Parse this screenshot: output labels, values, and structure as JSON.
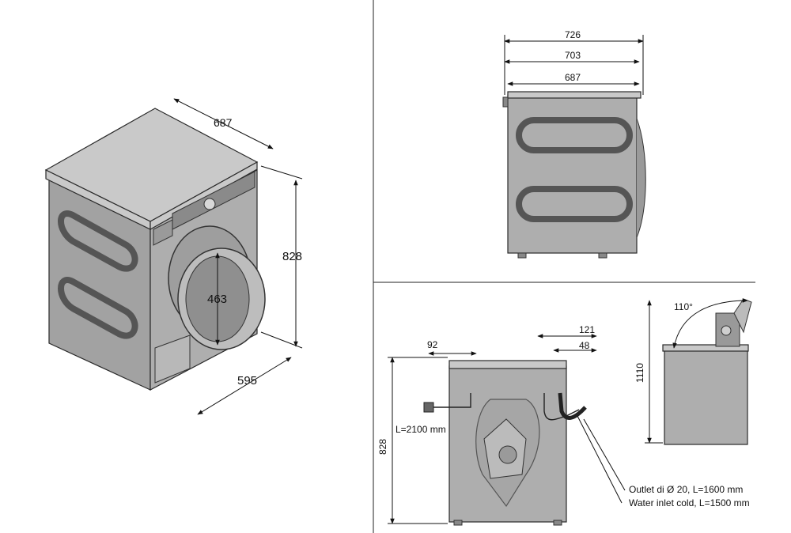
{
  "views": {
    "perspective": {
      "depth_label": "687",
      "height_label": "828",
      "door_label": "463",
      "width_label": "595"
    },
    "side": {
      "dim_total": "726",
      "dim_mid": "703",
      "dim_body": "687"
    },
    "rear": {
      "left_offset": "92",
      "right_offset_a": "121",
      "right_offset_b": "48",
      "height_label": "828",
      "cable_label": "L=2100 mm",
      "outlet_label": "Outlet di Ø 20, L=1600 mm",
      "inlet_label": "Water inlet cold, L=1500 mm"
    },
    "lid": {
      "angle_label": "110°",
      "height_label": "1110"
    }
  },
  "colors": {
    "appliance": "#aeaeae",
    "top": "#c9c9c9",
    "lines": "#111111"
  }
}
